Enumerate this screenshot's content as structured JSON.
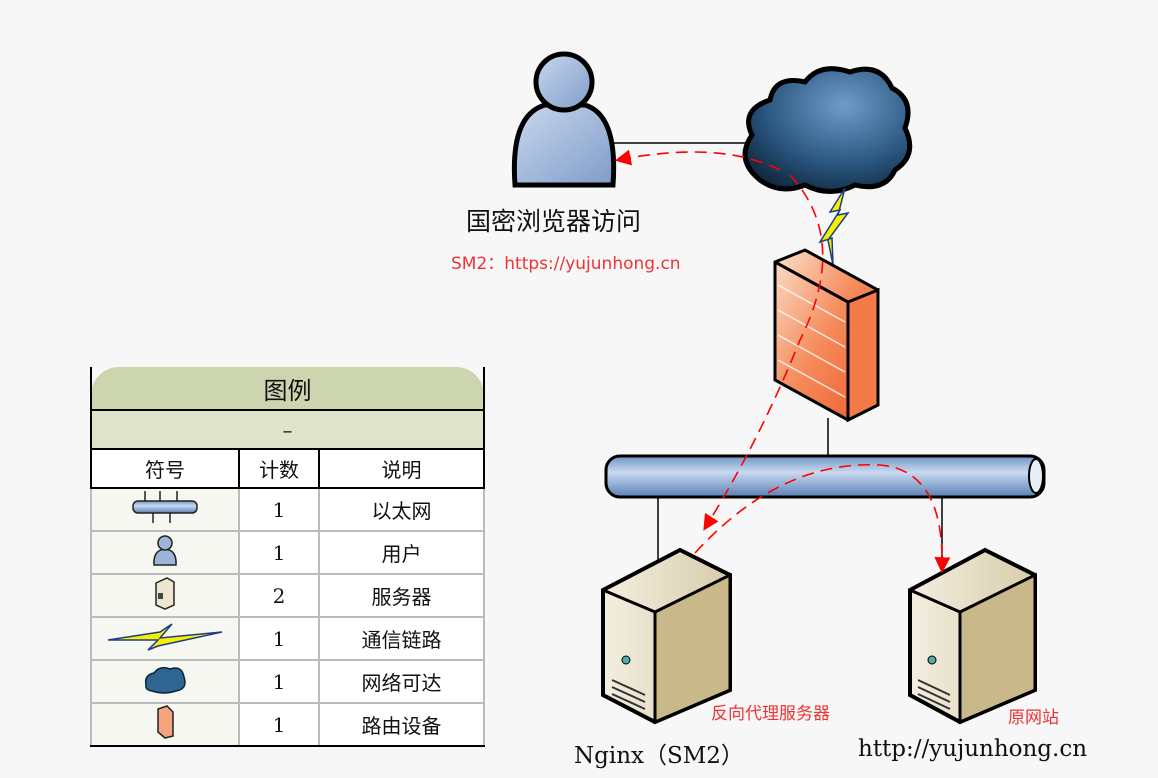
{
  "diagram": {
    "user_label": "国密浏览器访问",
    "user_sublabel": "SM2：https://yujunhong.cn",
    "proxy_label": "反向代理服务器",
    "proxy_name": "Nginx（SM2）",
    "origin_label": "原网站",
    "origin_name": "http://yujunhong.cn"
  },
  "legend": {
    "title": "图例",
    "subtitle": "–",
    "headers": [
      "符号",
      "计数",
      "说明"
    ],
    "rows": [
      {
        "icon": "ethernet-icon",
        "count": "1",
        "desc": "以太网"
      },
      {
        "icon": "user-icon",
        "count": "1",
        "desc": "用户"
      },
      {
        "icon": "server-icon",
        "count": "2",
        "desc": "服务器"
      },
      {
        "icon": "lightning-icon",
        "count": "1",
        "desc": "通信链路"
      },
      {
        "icon": "cloud-icon",
        "count": "1",
        "desc": "网络可达"
      },
      {
        "icon": "firewall-icon",
        "count": "1",
        "desc": "路由设备"
      }
    ]
  },
  "colors": {
    "arrow": "#ff0000",
    "label_red": "#ee3333"
  }
}
